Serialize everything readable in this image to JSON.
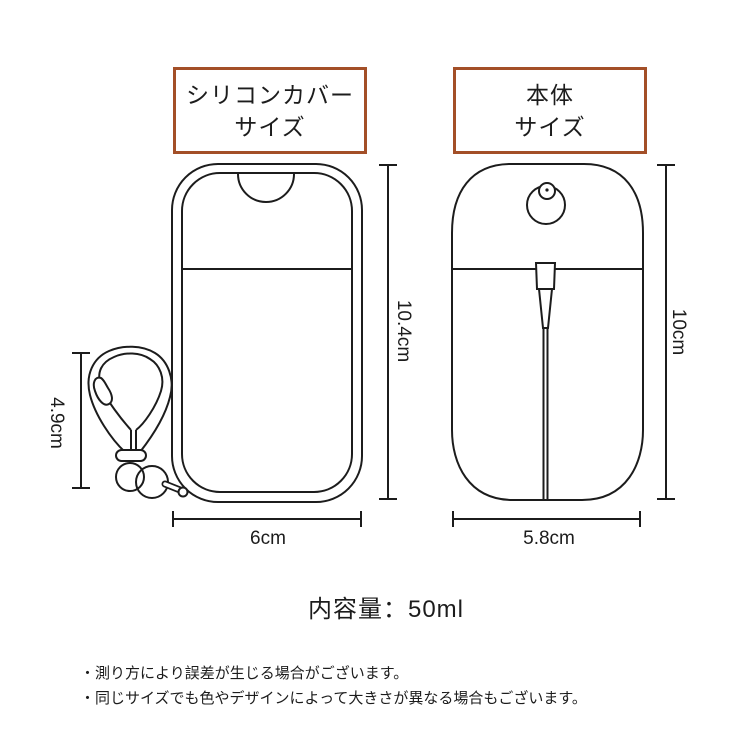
{
  "theme": {
    "accent_border": "#a34f28",
    "line_color": "#1c1c1c",
    "background": "#ffffff"
  },
  "panels": {
    "cover": {
      "title_line1": "シリコンカバー",
      "title_line2": "サイズ",
      "height_label": "10.4cm",
      "width_label": "6cm",
      "clip_height_label": "4.9cm"
    },
    "body": {
      "title_line1": "本体",
      "title_line2": "サイズ",
      "height_label": "10cm",
      "width_label": "5.8cm"
    }
  },
  "capacity": {
    "label": "内容量：50ml"
  },
  "notes": [
    "・測り方により誤差が生じる場合がございます。",
    "・同じサイズでも色やデザインによって大きさが異なる場合もございます。"
  ]
}
